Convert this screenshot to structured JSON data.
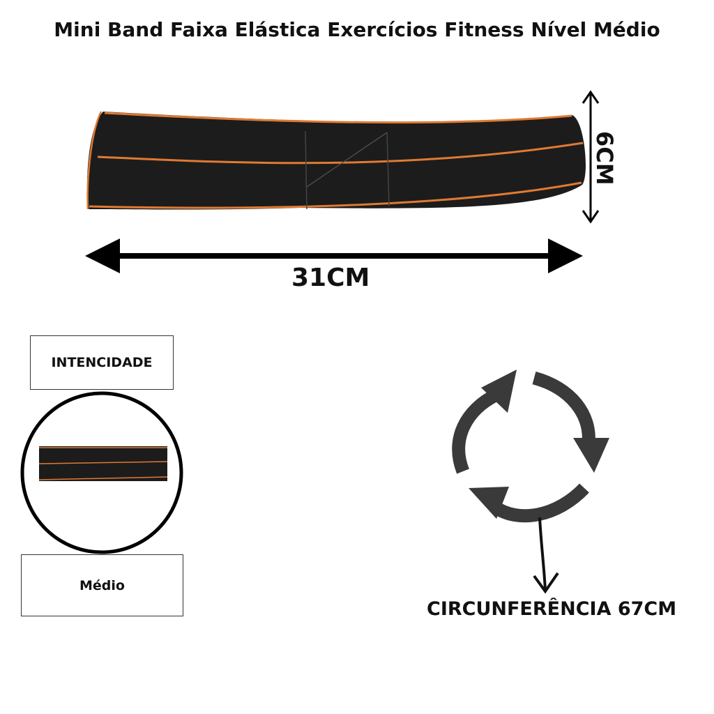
{
  "title": "Mini Band Faixa Elástica Exercícios Fitness Nível Médio",
  "dimensions": {
    "width_label": "31CM",
    "height_label": "6CM"
  },
  "intensity": {
    "label": "INTENCIDADE",
    "level": "Médio"
  },
  "circumference": {
    "label": "CIRCUNFERÊNCIA 67CM"
  },
  "colors": {
    "band_body": "#1c1c1c",
    "band_stripe": "#e07a32",
    "arrow": "#3a3a3a",
    "text": "#111111"
  }
}
